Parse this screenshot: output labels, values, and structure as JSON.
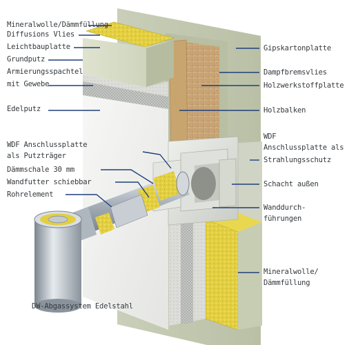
{
  "labels": {
    "mineralwolle_top": "Mineralwolle/Dämmfüllung",
    "diffusions_vlies": "Diffusions Vlies",
    "leichtbauplatte": "Leichtbauplatte",
    "grundputz": "Grundputz",
    "armierungsspachtel_1": "Armierungsspachtel",
    "armierungsspachtel_2": "mit Gewebe",
    "edelputz": "Edelputz",
    "wdf_putztraeger_1": "WDF Anschlussplatte",
    "wdf_putztraeger_2": "als Putzträger",
    "daemmschale": "Dämmschale 30 mm",
    "wandfutter": "Wandfutter schiebbar",
    "rohrelement": "Rohrelement",
    "dw_abgassystem": "DW-Abgassystem Edelstahl",
    "gipskartonplatte": "Gipskartonplatte",
    "dampfbremsvlies": "Dampfbremsvlies",
    "holzwerkstoffplatte": "Holzwerkstoffplatte",
    "holzbalken": "Holzbalken",
    "wdf_strahlung_1": "WDF",
    "wdf_strahlung_2": "Anschlussplatte als",
    "wdf_strahlung_3": "Strahlungsschutz",
    "schacht_aussen": "Schacht außen",
    "wanddurch_1": "Wanddurch-",
    "wanddurch_2": "führungen",
    "mineralwolle_bottom_1": "Mineralwolle/",
    "mineralwolle_bottom_2": "Dämmfüllung"
  },
  "colors": {
    "leader": "#1f3f7a",
    "insulation": "#e8d64a",
    "wood": "#c9a470",
    "board": "#d6dcc8",
    "plaster": "#f2f2f2",
    "steel": "#b9c0c7"
  }
}
